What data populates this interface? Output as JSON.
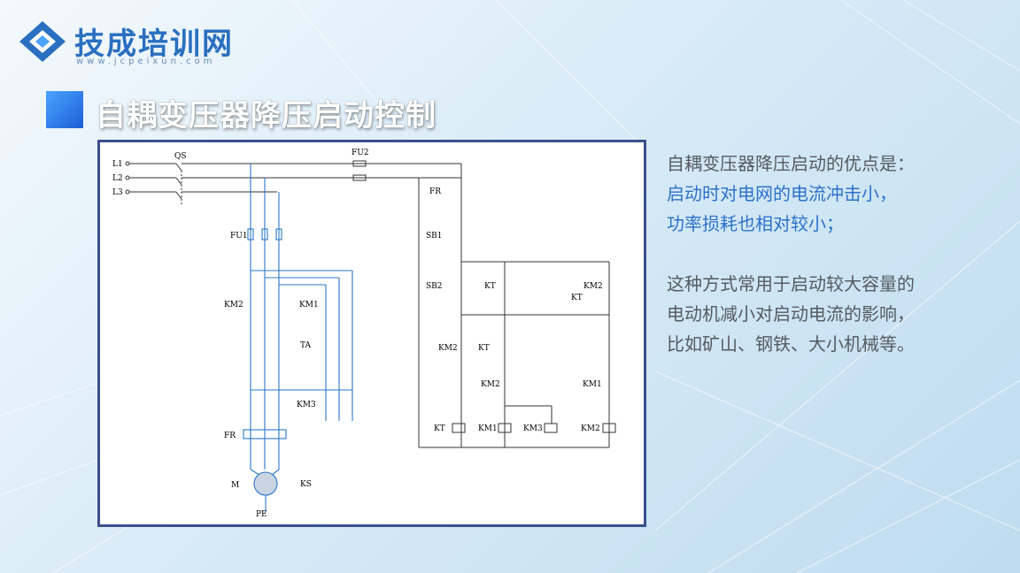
{
  "logo": {
    "name": "技成培训网",
    "url": "www.jcpeixun.com"
  },
  "title": "自耦变压器降压启动控制",
  "diagram": {
    "supply": [
      "L1",
      "L2",
      "L3"
    ],
    "main_labels": {
      "qs": "QS",
      "fu1": "FU1",
      "fu2": "FU2",
      "km2_main": "KM2",
      "km1_main": "KM1",
      "ta": "TA",
      "km3_main": "KM3",
      "fr_main": "FR",
      "motor": "M",
      "ks": "KS",
      "pe": "PE"
    },
    "control_labels": {
      "fr": "FR",
      "sb1": "SB1",
      "sb2": "SB2",
      "kt_inst": "KT",
      "km2_top": "KM2",
      "kt_delay": "KT",
      "km2_hold": "KM2",
      "kt_mid": "KT",
      "km2_mid": "KM2",
      "km1_mid": "KM1",
      "kt_coil": "KT",
      "km1_coil": "KM1",
      "km3_coil": "KM3",
      "km2_coil": "KM2"
    }
  },
  "advantages": {
    "heading": "自耦变压器降压启动的优点是：",
    "point1": "启动时对电网的电流冲击小，",
    "point2": "功率损耗也相对较小；"
  },
  "application": {
    "line1": "这种方式常用于启动较大容量的",
    "line2": "电动机减小对启动电流的影响，",
    "line3": "比如矿山、钢铁、大小机械等。"
  },
  "colors": {
    "accent": "#2d72c8",
    "frame": "#3b4f8c",
    "wire": "#333333",
    "main_wire": "#2a78c8"
  }
}
